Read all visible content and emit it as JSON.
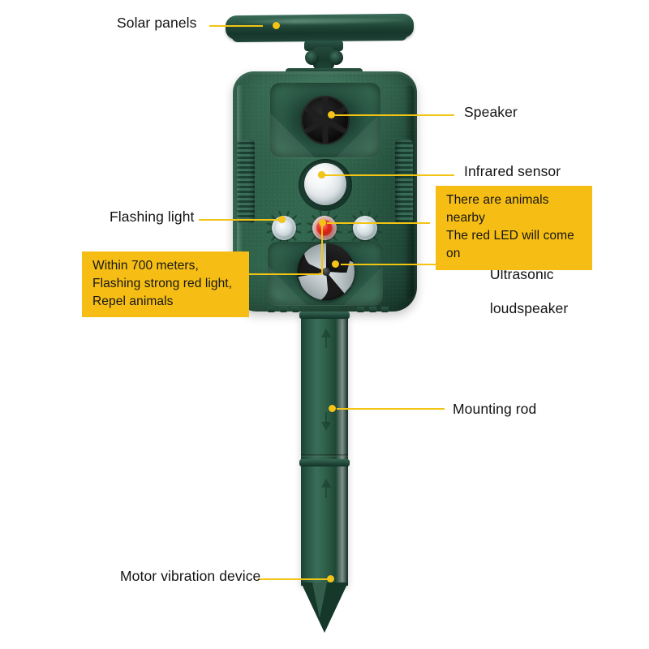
{
  "diagram": {
    "title": "Solar ultrasonic animal repeller - labeled parts diagram",
    "accent_color": "#F6BE14",
    "body_color": "#2f6049",
    "led_on_color": "#e8281d"
  },
  "labels": {
    "solar_panels": "Solar panels",
    "speaker": "Speaker",
    "infrared_sensor": "Infrared sensor",
    "flashing_light": "Flashing light",
    "ultrasonic_loudspeaker_line1": "Ultrasonic",
    "ultrasonic_loudspeaker_line2": "loudspeaker",
    "mounting_rod": "Mounting rod",
    "motor_vibration_device": "Motor vibration device"
  },
  "callouts": {
    "led_notice": "There are animals nearby\nThe red LED will come on",
    "repel_notice": "Within 700 meters,\nFlashing strong red light,\nRepel animals"
  },
  "parts": {
    "solar_panel": "solar-panel",
    "hinge": "tilt-hinge",
    "speaker_grille": "speaker-grille",
    "ir_dome": "infrared-sensor-dome",
    "led_left": "flashing-led-left",
    "led_center": "flashing-led-center-red",
    "led_right": "flashing-led-right",
    "ultrasonic_cone": "ultrasonic-cone",
    "rod": "mounting-rod",
    "stake_tip": "ground-stake-tip"
  }
}
